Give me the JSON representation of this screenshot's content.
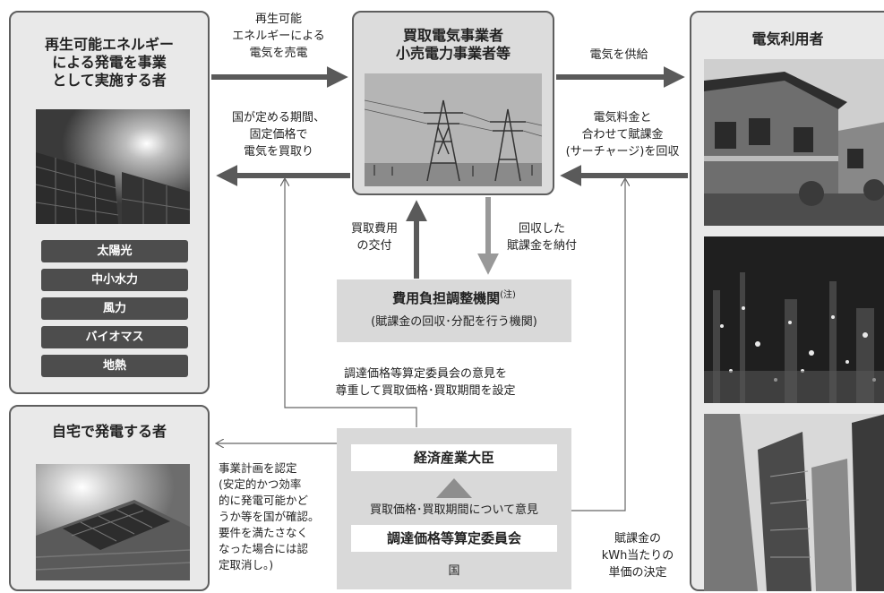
{
  "generator": {
    "title": "再生可能エネルギー\nによる発電を事業\nとして実施する者",
    "sources": [
      "太陽光",
      "中小水力",
      "風力",
      "バイオマス",
      "地熱"
    ]
  },
  "home_generator": {
    "title": "自宅で発電する者"
  },
  "purchaser": {
    "title": "買取電気事業者\n小売電力事業者等"
  },
  "users": {
    "title": "電気利用者"
  },
  "adjustment_body": {
    "title": "費用負担調整機関",
    "note": "(注)",
    "subtitle": "(賦課金の回収･分配を行う機関)"
  },
  "government": {
    "minister": "経済産業大臣",
    "opinion": "買取価格･買取期間について意見",
    "committee": "調達価格等算定委員会",
    "country": "国"
  },
  "labels": {
    "sell_electricity": "再生可能\nエネルギーによる\n電気を売電",
    "buy_fixed": "国が定める期間、\n固定価格で\n電気を買取り",
    "supply": "電気を供給",
    "collect_surcharge": "電気料金と\n合わせて賦課金\n(サーチャージ)を回収",
    "grant_cost": "買取費用\nの交付",
    "pay_collected": "回収した\n賦課金を納付",
    "set_price": "調達価格等算定委員会の意見を\n尊重して買取価格･買取期間を設定",
    "certify_plan": "事業計画を認定\n(安定的かつ効率\n的に発電可能かど\nうか等を国が確認。\n要件を満たさなく\nなった場合には認\n定取消し。)",
    "unit_price": "賦課金の\nkWh当たりの\n単価の決定"
  }
}
